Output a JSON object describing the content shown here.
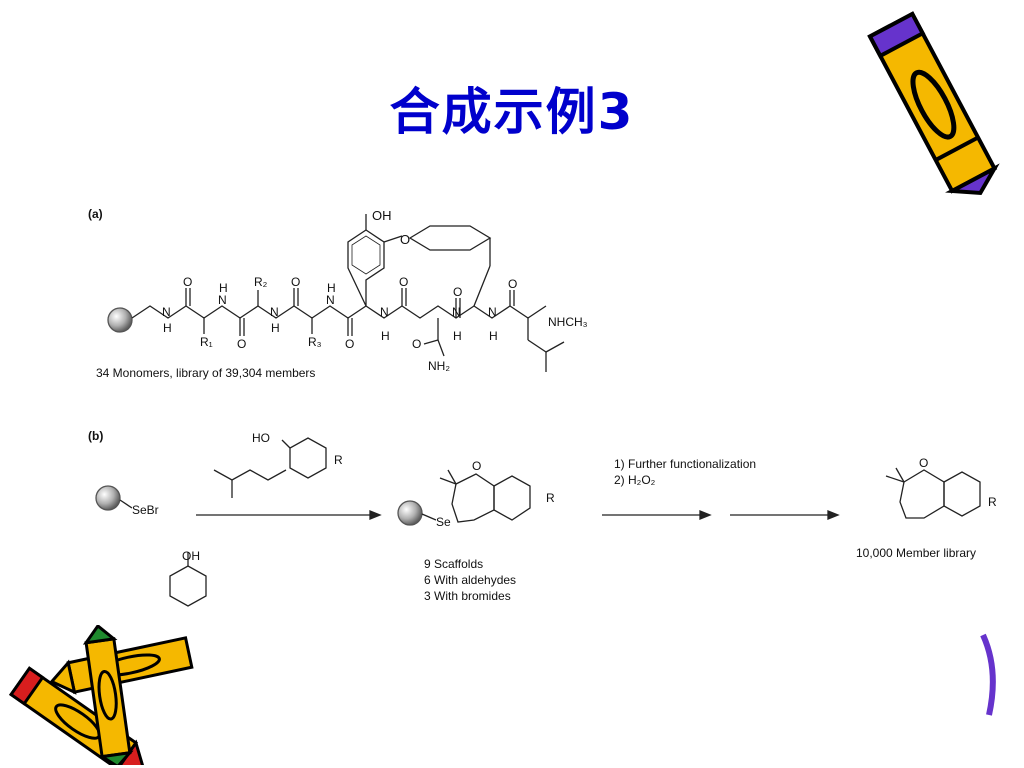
{
  "slide": {
    "title": "合成示例3"
  },
  "panel_a": {
    "label": "(a)",
    "caption": "34 Monomers, library of 39,304 members",
    "atoms": {
      "oh_top": "OH",
      "o_ether": "O",
      "r1": "R₁",
      "r2": "R₂",
      "r3": "R₃",
      "nhch3": "NHCH₃",
      "nh2": "NH₂",
      "o": "O",
      "n": "N",
      "h": "H"
    }
  },
  "panel_b": {
    "label": "(b)",
    "sebr": "SeBr",
    "reagent_ho": "HO",
    "reagent_r": "R",
    "phenol_oh": "OH",
    "se": "Se",
    "o": "O",
    "r": "R",
    "step1": "1) Further functionalization",
    "step2": "2) H₂O₂",
    "scaffold_notes": [
      "9 Scaffolds",
      "6 With aldehydes",
      "3 With bromides"
    ],
    "product_label": "10,000 Member library"
  },
  "colors": {
    "title": "#0000cc",
    "crayon_yellow": "#f5b800",
    "crayon_red": "#d81e1e",
    "crayon_blue": "#6633cc",
    "crayon_green": "#1f8a2e"
  },
  "icons": [
    "crayon-icon",
    "resin-bead-icon"
  ]
}
